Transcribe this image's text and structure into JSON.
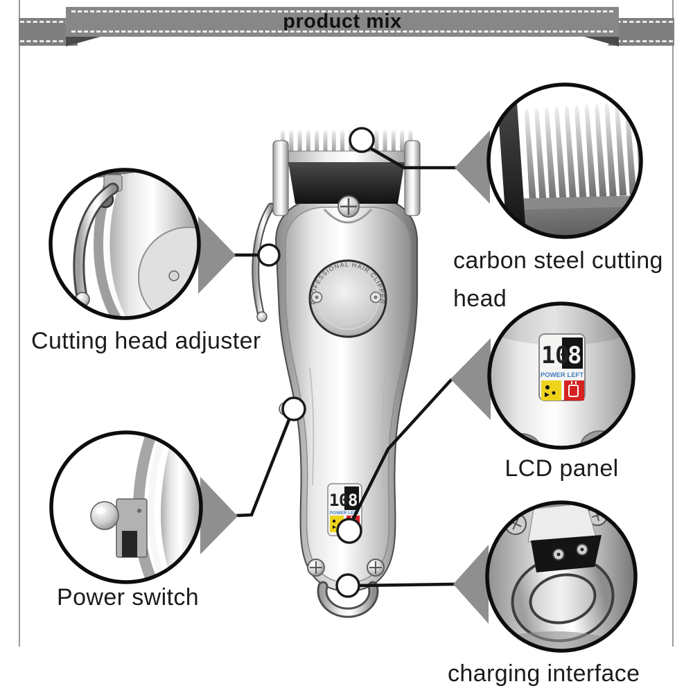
{
  "banner": {
    "title": "product mix"
  },
  "product": {
    "name": "hair clipper",
    "badge_text": "PROFESSIONAL HAIR CLIPPER",
    "lcd": {
      "value": "108",
      "digits": [
        "1",
        "0",
        "8"
      ],
      "label": "POWER LEFT"
    }
  },
  "callouts": [
    {
      "id": "carbon-steel-cutting-head",
      "label": "carbon steel cutting head",
      "label_lines": [
        "carbon steel cutting",
        "head"
      ]
    },
    {
      "id": "cutting-head-adjuster",
      "label": "Cutting head adjuster"
    },
    {
      "id": "lcd-panel",
      "label": "LCD panel",
      "lcd_value": "108",
      "lcd_digits": [
        "1",
        "0",
        "8"
      ],
      "lcd_label": "POWER LEFT"
    },
    {
      "id": "power-switch",
      "label": "Power switch"
    },
    {
      "id": "charging-interface",
      "label": "charging interface"
    }
  ],
  "colors": {
    "ribbon": "#878787",
    "ribbon_fold": "#4a4a4a",
    "label_text": "#1b1b1b",
    "callout_border": "#0d0d0d",
    "connector": "#131313",
    "wedge": "#8f8f8f",
    "lcd_blue": "#3f7dc0",
    "lcd_yellow": "#eed31d",
    "lcd_red": "#d52221"
  }
}
